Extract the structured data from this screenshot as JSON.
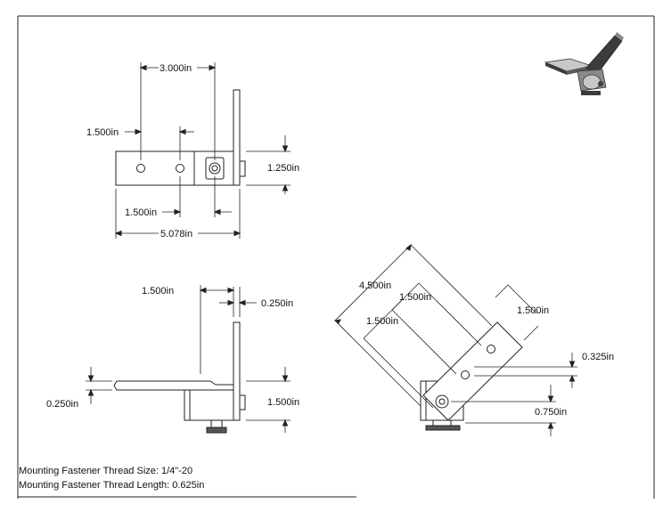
{
  "top_view": {
    "dim_overall_length": "5.078in",
    "dim_hole_to_pivot": "3.000in",
    "dim_hole_spacing_upper": "1.500in",
    "dim_hole_spacing_lower": "1.500in",
    "dim_width": "1.250in"
  },
  "side_view": {
    "dim_height": "1.500in",
    "dim_offset": "1.500in",
    "dim_plate_thickness_upright": "0.250in",
    "dim_plate_thickness_base": "0.250in"
  },
  "angled_view": {
    "dim_arm_length": "4.500in",
    "dim_hole_spacing_a": "1.500in",
    "dim_hole_spacing_b": "1.500in",
    "dim_arm_width": "1.500in",
    "dim_hole_offset": "0.325in",
    "dim_pivot_height": "0.750in"
  },
  "notes": {
    "thread_size": "Mounting Fastener Thread Size: 1/4\"-20",
    "thread_length": "Mounting Fastener Thread Length: 0.625in"
  },
  "colors": {
    "line": "#222222",
    "part_fill": "#ffffff",
    "iso_dark": "#3c3c3c",
    "iso_mid": "#8a8a8a",
    "iso_light": "#c8c8c8"
  }
}
